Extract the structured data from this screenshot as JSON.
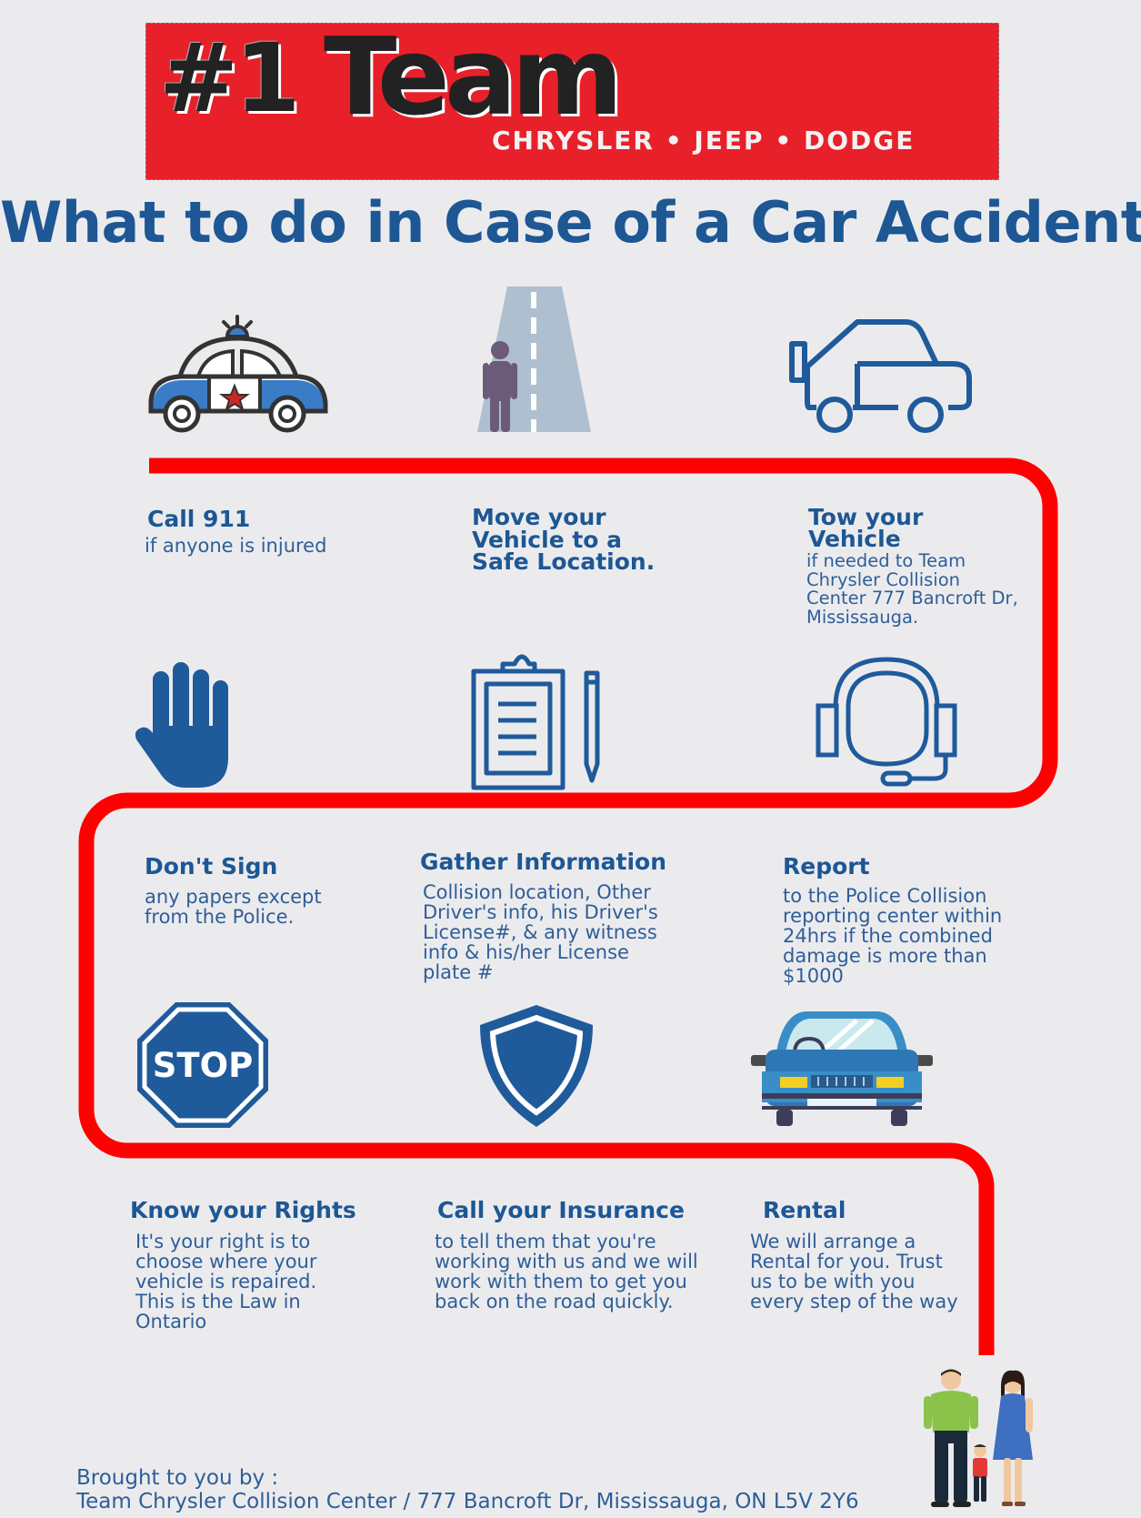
{
  "logo": {
    "mark": "#1",
    "name": "Team",
    "tagline": "CHRYSLER • JEEP • DODGE"
  },
  "title": "What to do in Case of a Car Accident?",
  "steps": [
    {
      "heading": "Call 911",
      "text": "if anyone is injured",
      "icon": "police-car-icon"
    },
    {
      "heading": "Move your Vehicle to a Safe Location.",
      "text": "",
      "icon": "pedestrian-road-icon"
    },
    {
      "heading": "Tow your Vehicle",
      "text": "if needed to Team Chrysler Collision Center 777 Bancroft Dr, Mississauga.",
      "icon": "tow-truck-icon"
    },
    {
      "heading": "Don't Sign",
      "text": "any papers except from the Police.",
      "icon": "stop-hand-icon"
    },
    {
      "heading": "Gather Information",
      "text": "Collision location, Other Driver's info, his Driver's License#, & any witness info & his/her License plate #",
      "icon": "clipboard-icon"
    },
    {
      "heading": "Report",
      "text": "to the Police Collision reporting center within 24hrs if the combined damage is more than $1000",
      "icon": "headset-icon"
    },
    {
      "heading": "Know your Rights",
      "text": "It's your right is to choose where your vehicle is repaired. This is the Law in Ontario",
      "icon": "stop-sign-icon"
    },
    {
      "heading": "Call your Insurance",
      "text": "to tell them that you're working with us and we will work with them to get you back on the road quickly.",
      "icon": "shield-icon"
    },
    {
      "heading": "Rental",
      "text": "We will arrange a Rental for you. Trust us to be with you every step of the way",
      "icon": "rental-car-icon"
    }
  ],
  "stop_sign_text": "STOP",
  "footer": {
    "line1": "Brought to you by :",
    "line2": "Team Chrysler Collision Center / 777 Bancroft Dr, Mississauga, ON L5V 2Y6"
  },
  "colors": {
    "background": "#ebebee",
    "path_red": "#ff0000",
    "heading_blue": "#1d5794",
    "logo_red": "#e8202a"
  }
}
